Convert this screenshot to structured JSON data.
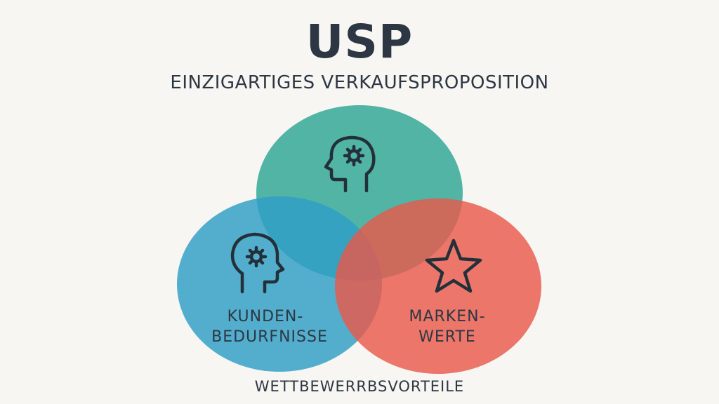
{
  "title": "USP",
  "subtitle": "EINZIGARTIGES VERKAUFSPROPOSITION",
  "circles": {
    "top": {
      "color": "#3aab9a",
      "icon": "head-gear-icon"
    },
    "left": {
      "color": "#2e9ec6",
      "icon": "head-gear-icon",
      "label_line1": "KUNDEN-",
      "label_line2": "BEDURFNISSE"
    },
    "right": {
      "color": "#e8594a",
      "icon": "star-icon",
      "label_line1": "MARKEN-",
      "label_line2": "WERTE"
    }
  },
  "bottom_label": "WETTBEWERRBSVORTEILE"
}
